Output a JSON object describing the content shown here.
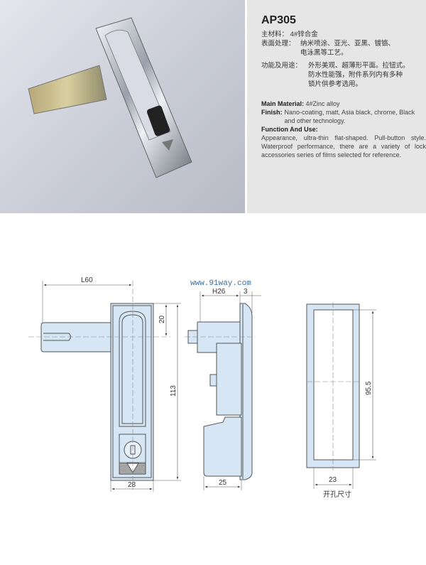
{
  "product": {
    "model": "AP305",
    "cn": {
      "material_label": "主材料：",
      "material_value": "4#锌合金",
      "finish_label": "表面处理：",
      "finish_line1": "纳米喷涂、亚光、亚黑、镀铬、",
      "finish_line2": "电泳黑等工艺。",
      "function_label": "功能及用途：",
      "function_line1": "外形美观、超薄形平面。拉钮式。",
      "function_line2": "防水性能强，附件系列内有多种",
      "function_line3": "锁片供参考选用。"
    },
    "en": {
      "material_label": "Main Material:",
      "material_value": "4#Zinc alloy",
      "finish_label": "Finish:",
      "finish_value": "Nano-coating, matt, Asia black, chrome, Black and other technology.",
      "function_label": "Function And Use:",
      "function_value": "Appearance, ultra-thin flat-shaped. Pull-button style. Waterproof performance, there are a variety of lock accessories series of films selected for reference."
    }
  },
  "drawing": {
    "watermark": "www.91way.com",
    "front": {
      "length": "L60",
      "top_offset": "20",
      "height": "113",
      "width": "28"
    },
    "side": {
      "depth": "H26",
      "plate": "3",
      "body_width": "25"
    },
    "cutout": {
      "height": "95.5",
      "width": "23",
      "caption": "开孔尺寸"
    }
  },
  "colors": {
    "part_fill": "#d6e6f5",
    "outline": "#555555",
    "panel_bg": "#e6e6e6"
  }
}
